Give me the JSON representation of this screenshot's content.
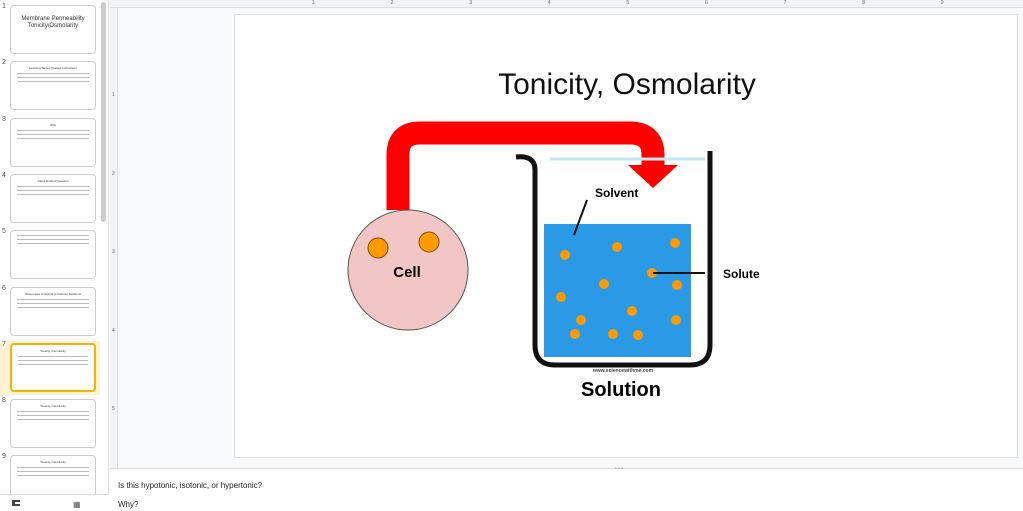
{
  "slides": [
    {
      "num": "1",
      "title": "Membrane Permeability Tonicity/Osmolarity"
    },
    {
      "num": "2",
      "title": "Learning Target (Guided Instruction)"
    },
    {
      "num": "3",
      "title": "Why"
    },
    {
      "num": "4",
      "title": "Class Guided Question"
    },
    {
      "num": "5",
      "title": ""
    },
    {
      "num": "6",
      "title": "Responses of Animal to Isotonic Solutions"
    },
    {
      "num": "7",
      "title": "Tonicity, Osmolarity"
    },
    {
      "num": "8",
      "title": "Tonicity, Osmolarity"
    },
    {
      "num": "9",
      "title": "Tonicity, Osmolarity"
    }
  ],
  "ruler": {
    "h": [
      "1",
      "2",
      "3",
      "4",
      "5",
      "6",
      "7",
      "8",
      "9"
    ],
    "v": [
      "1",
      "2",
      "3",
      "4",
      "5"
    ]
  },
  "slide": {
    "title": "Tonicity, Osmolarity",
    "cell": "Cell",
    "solvent": "Solvent",
    "solute": "Solute",
    "solution": "Solution",
    "credit": "www.sciencewithme.com"
  },
  "notes": {
    "line1": "Is this hypotonic, isotonic, or hypertonic?",
    "line2": "Why?"
  },
  "colors": {
    "arrow": "#ff0000",
    "water": "#2a9ae6",
    "solute": "#ff9a00",
    "cell": "#f3c6c6",
    "selected": "#f4b400"
  }
}
